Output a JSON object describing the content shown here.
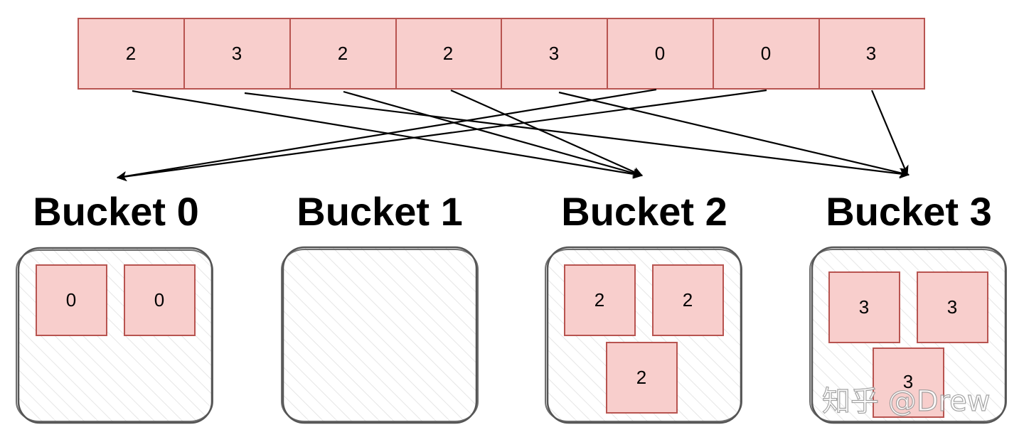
{
  "array": {
    "cells": [
      "2",
      "3",
      "2",
      "2",
      "3",
      "0",
      "0",
      "3"
    ]
  },
  "buckets": [
    {
      "title": "Bucket 0",
      "items": [
        "0",
        "0"
      ]
    },
    {
      "title": "Bucket 1",
      "items": []
    },
    {
      "title": "Bucket 2",
      "items": [
        "2",
        "2",
        "2"
      ]
    },
    {
      "title": "Bucket 3",
      "items": [
        "3",
        "3",
        "3"
      ]
    }
  ],
  "watermark": {
    "text": "知乎 @Drew"
  },
  "colors": {
    "cell_fill": "#f8cecc",
    "cell_stroke": "#b85450",
    "bucket_stroke": "#555555",
    "arrow": "#000000"
  }
}
